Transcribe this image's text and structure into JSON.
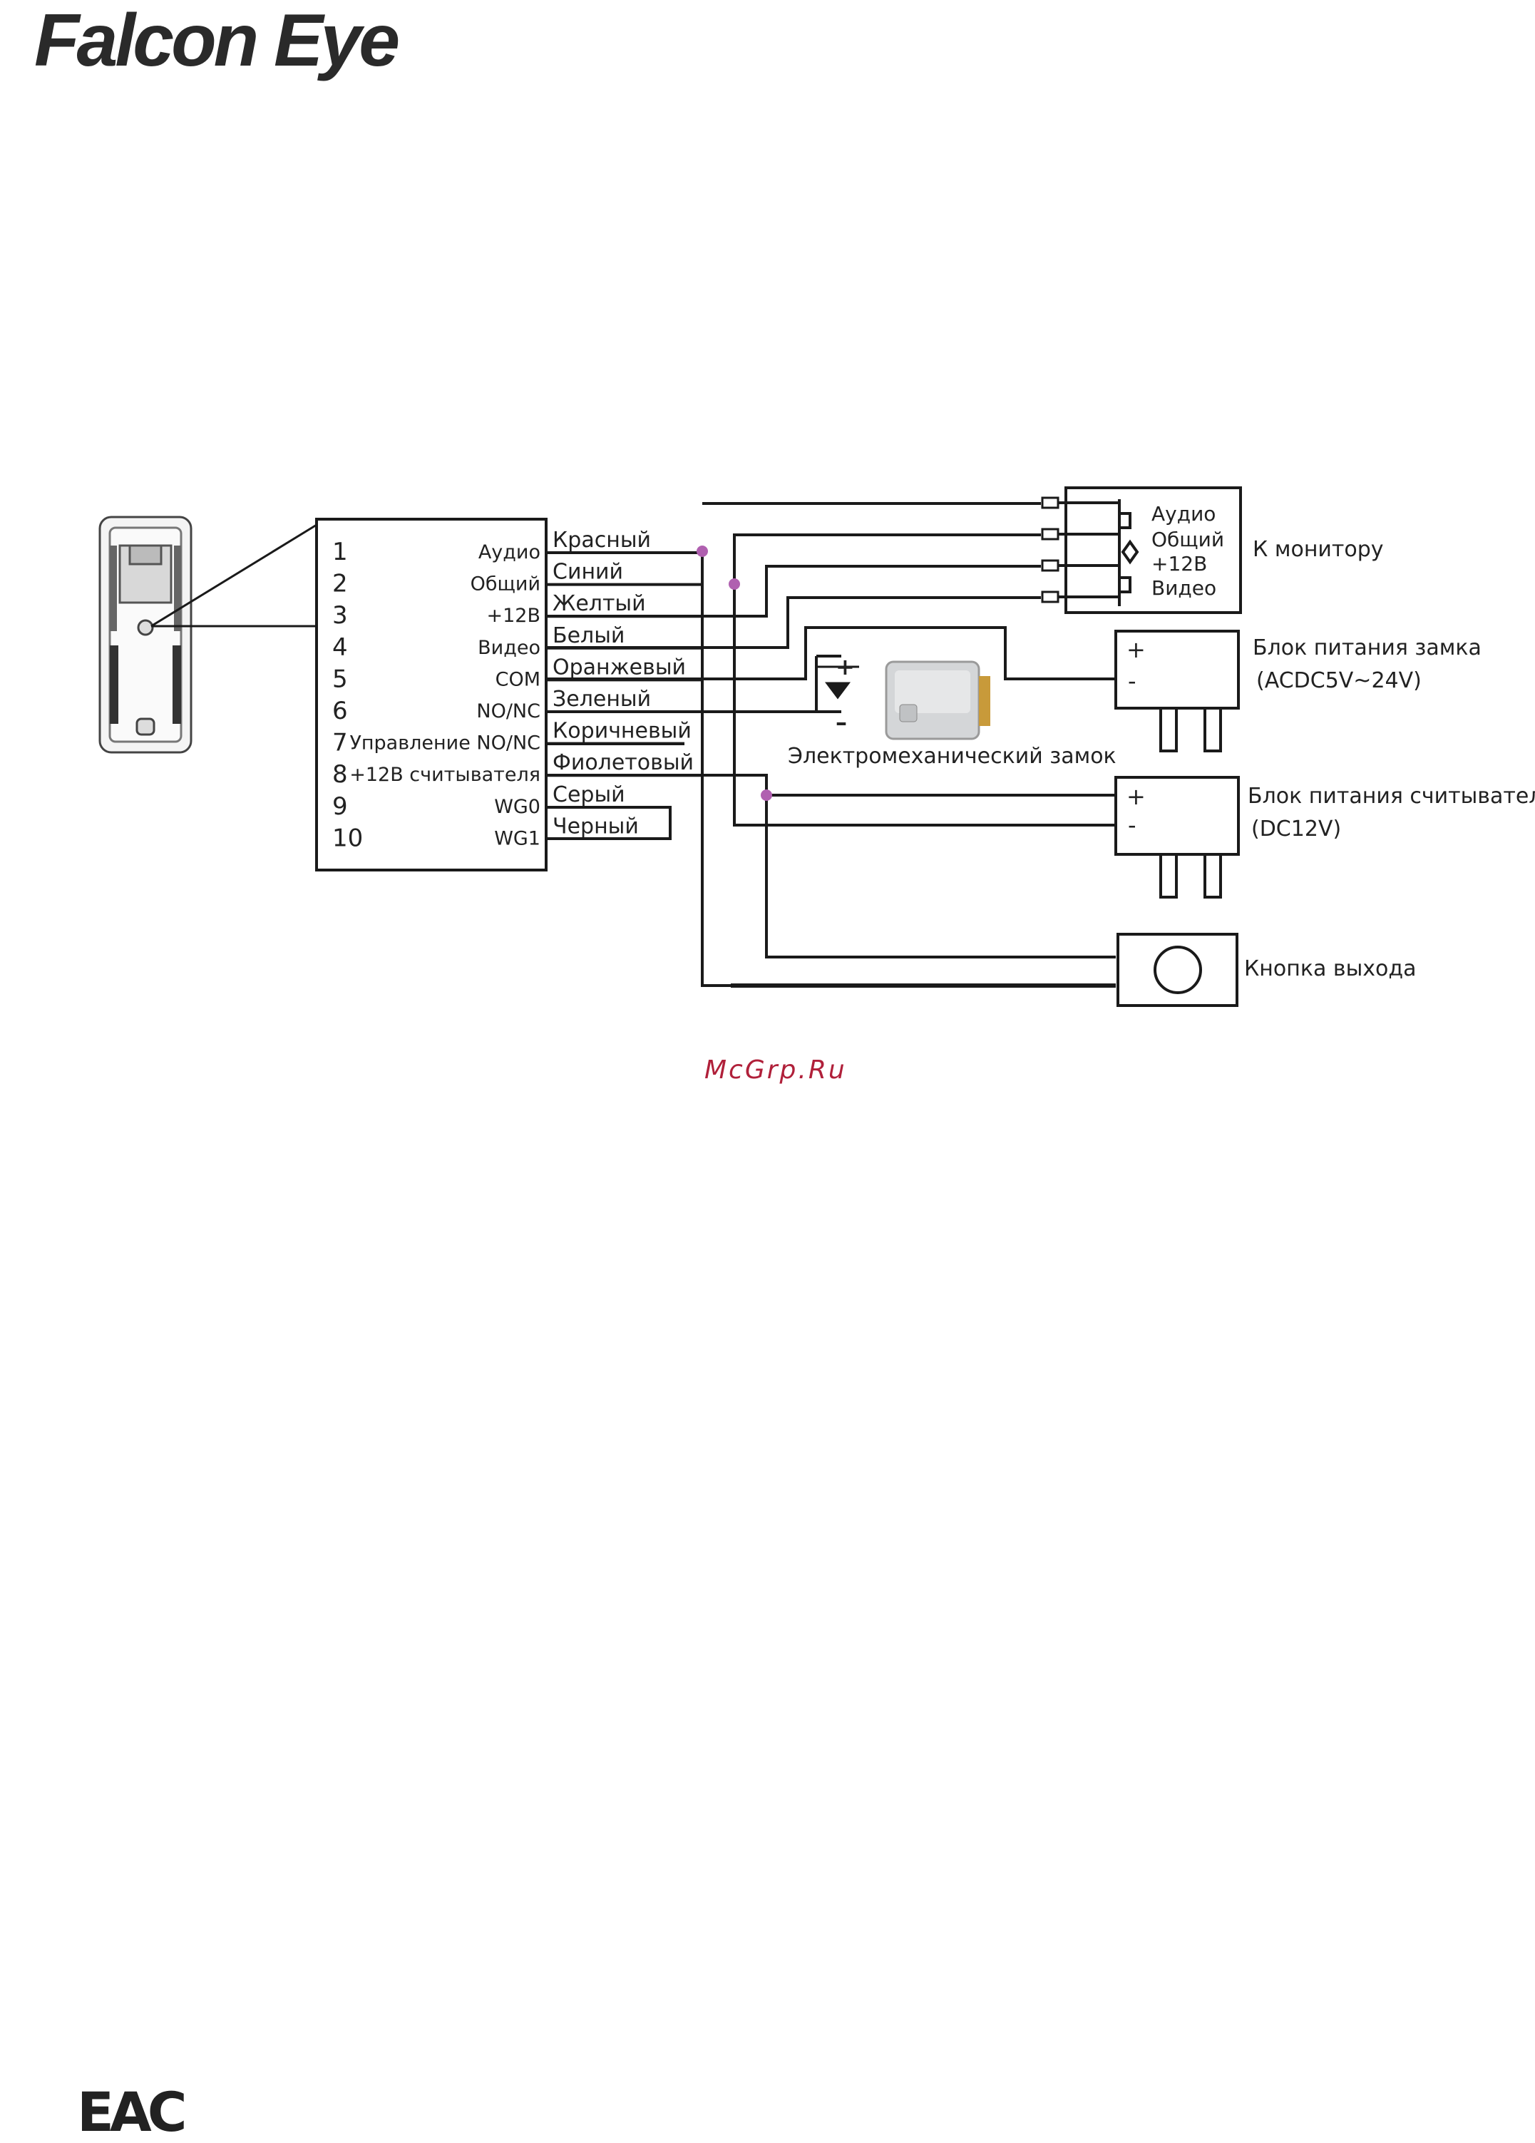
{
  "brand": {
    "logo_text": "Falcon Eye"
  },
  "footer": {
    "mark": "EAC"
  },
  "watermark": "McGrp.Ru",
  "terminal_block": {
    "pins": [
      {
        "num": "1",
        "label": "Аудио",
        "wire": "Красный"
      },
      {
        "num": "2",
        "label": "Общий",
        "wire": "Синий"
      },
      {
        "num": "3",
        "label": "+12В",
        "wire": "Желтый"
      },
      {
        "num": "4",
        "label": "Видео",
        "wire": "Белый"
      },
      {
        "num": "5",
        "label": "COM",
        "wire": "Оранжевый"
      },
      {
        "num": "6",
        "label": "NO/NC",
        "wire": "Зеленый"
      },
      {
        "num": "7",
        "label": "Управление NO/NC",
        "wire": "Коричневый"
      },
      {
        "num": "8",
        "label": "+12В считывателя",
        "wire": "Фиолетовый"
      },
      {
        "num": "9",
        "label": "WG0",
        "wire": "Серый"
      },
      {
        "num": "10",
        "label": "WG1",
        "wire": "Черный"
      }
    ]
  },
  "monitor": {
    "caption": "К монитору",
    "pins": [
      "Аудио",
      "Общий",
      "+12В",
      "Видео"
    ]
  },
  "lock_psu": {
    "caption_line1": "Блок питания замка",
    "caption_line2": "(ACDC5V~24V)",
    "plus": "+",
    "minus": "-"
  },
  "reader_psu": {
    "caption_line1": "Блок питания считывателя",
    "caption_line2": "(DC12V)",
    "plus": "+",
    "minus": "-"
  },
  "lock": {
    "caption": "Электромеханический замок",
    "plus": "+",
    "minus": "–"
  },
  "exit_button": {
    "caption": "Кнопка выхода"
  },
  "colors": {
    "wire": "#1a1a1a",
    "junction": "#b060b0",
    "watermark": "#b0203a"
  }
}
